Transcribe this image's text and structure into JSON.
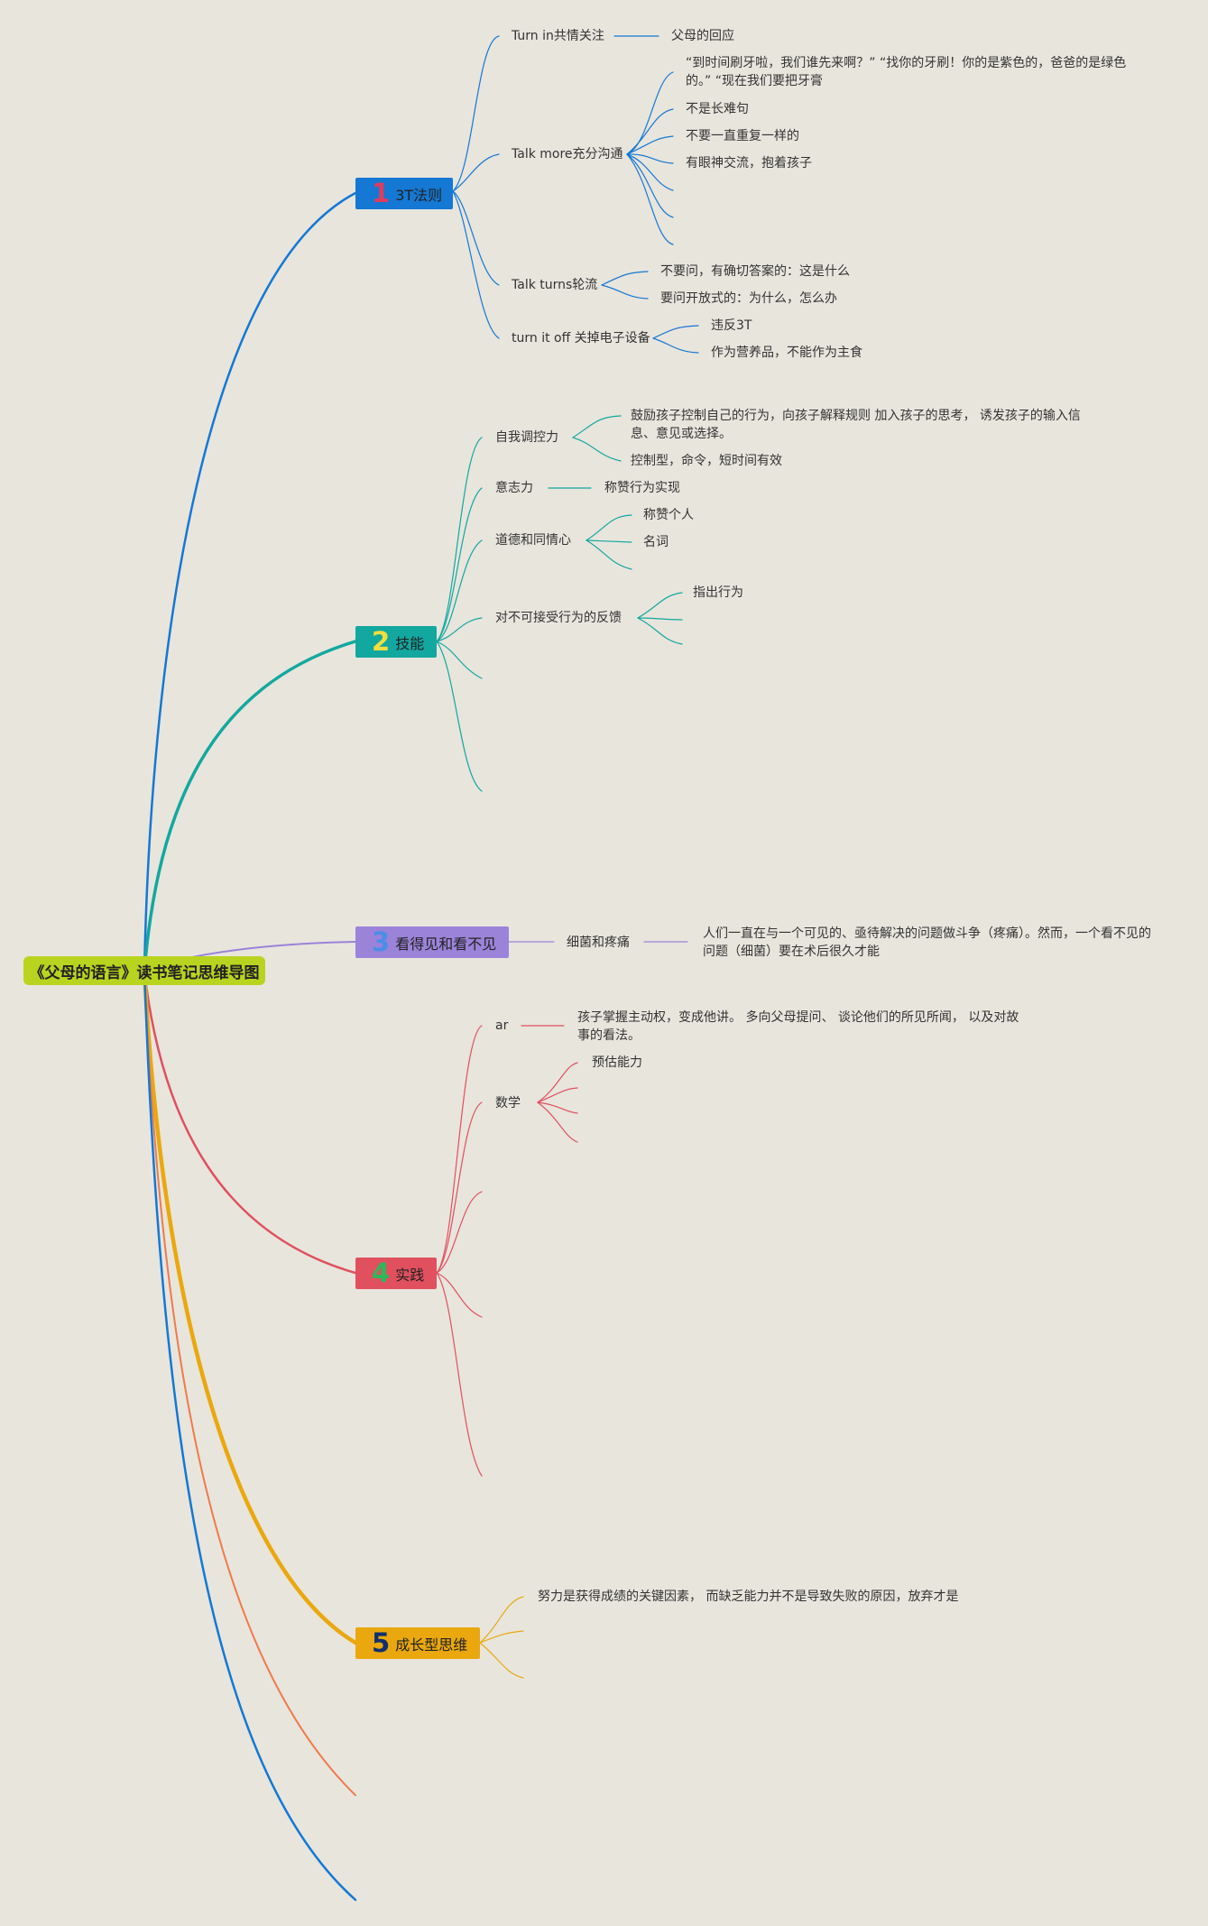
{
  "root": {
    "title": "《父母的语言》读书笔记思维导图"
  },
  "colors": {
    "root": "#b9d41f",
    "b1": "#1478d4",
    "b2": "#12a8a0",
    "b3": "#9b83d9",
    "b4": "#e0505e",
    "b5": "#eaa80e",
    "extra_orange": "#f07a4a",
    "extra_blue": "#1478d4",
    "b1_num": "#e23b5b",
    "b2_num": "#f2de3c",
    "b3_num": "#4a8fe7",
    "b4_num": "#2db85a",
    "b5_num": "#0f2f6e"
  },
  "branches": {
    "b1": {
      "num": "1",
      "label": "3T法则",
      "c1": "Turn in共情关注",
      "c1a": "父母的回应",
      "c2": "Talk more充分沟通",
      "c2a": "“到时间刷牙啦，我们谁先来啊？” “找你的牙刷！你的是紫色的，爸爸的是绿色的。” “现在我们要把牙膏",
      "c2b": "不是长难句",
      "c2c": "不要一直重复一样的",
      "c2d": "有眼神交流，抱着孩子",
      "c3": "Talk turns轮流",
      "c3a": "不要问，有确切答案的：这是什么",
      "c3b": "要问开放式的：为什么，怎么办",
      "c4": "turn it off 关掉电子设备",
      "c4a": "违反3T",
      "c4b": "作为营养品，不能作为主食"
    },
    "b2": {
      "num": "2",
      "label": "技能",
      "c1": "自我调控力",
      "c1a": "鼓励孩子控制自己的行为，向孩子解释规则 加入孩子的思考， 诱发孩子的输入信息、意见或选择。",
      "c1b": "控制型，命令，短时间有效",
      "c2": "意志力",
      "c2a": "称赞行为实现",
      "c3": "道德和同情心",
      "c3a": "称赞个人",
      "c3b": "名词",
      "c4": "对不可接受行为的反馈",
      "c4a": "指出行为"
    },
    "b3": {
      "num": "3",
      "label": "看得见和看不见",
      "c1": "细菌和疼痛",
      "c1a": "人们一直在与一个可见的、亟待解决的问题做斗争（疼痛）。然而，一个看不见的问题（细菌）要在术后很久才能"
    },
    "b4": {
      "num": "4",
      "label": "实践",
      "c1": "ar",
      "c1a": "孩子掌握主动权，变成他讲。 多向父母提问、 谈论他们的所见所闻， 以及对故事的看法。",
      "c2": "数学",
      "c2a": "预估能力"
    },
    "b5": {
      "num": "5",
      "label": "成长型思维",
      "c1a": "努力是获得成绩的关键因素， 而缺乏能力并不是导致失败的原因，放弃才是"
    }
  }
}
